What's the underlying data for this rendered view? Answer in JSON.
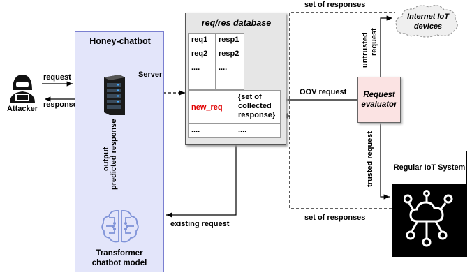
{
  "attacker": {
    "label": "Attacker",
    "request": "request",
    "response": "response"
  },
  "honey": {
    "title": "Honey-chatbot",
    "server_label": "Server",
    "output_label_1": "output",
    "output_label_2": "predicted response",
    "model_label_1": "Transformer",
    "model_label_2": "chatbot model"
  },
  "db": {
    "title": "req/res database",
    "rows": [
      [
        "req1",
        "resp1"
      ],
      [
        "req2",
        "resp2"
      ],
      [
        "....",
        "...."
      ]
    ],
    "new_req": "new_req",
    "new_resp": [
      "{set of",
      "collected",
      "response}"
    ],
    "tail": [
      "....",
      "...."
    ]
  },
  "edges": {
    "top_responses": "set of responses",
    "bottom_responses": "set of responses",
    "oov": "OOV request",
    "existing": "existing request",
    "untrusted_1": "untrusted",
    "untrusted_2": "request",
    "trusted": "trusted request"
  },
  "internet": {
    "line1": "Internet IoT",
    "line2": "devices"
  },
  "evaluator": {
    "line1": "Request",
    "line2": "evaluator"
  },
  "regular": {
    "title": "Regular IoT System"
  },
  "colors": {
    "honey_bg": "#e3e5fa",
    "new_req": "#e00000",
    "evaluator_bg": "#fbe3e3"
  }
}
